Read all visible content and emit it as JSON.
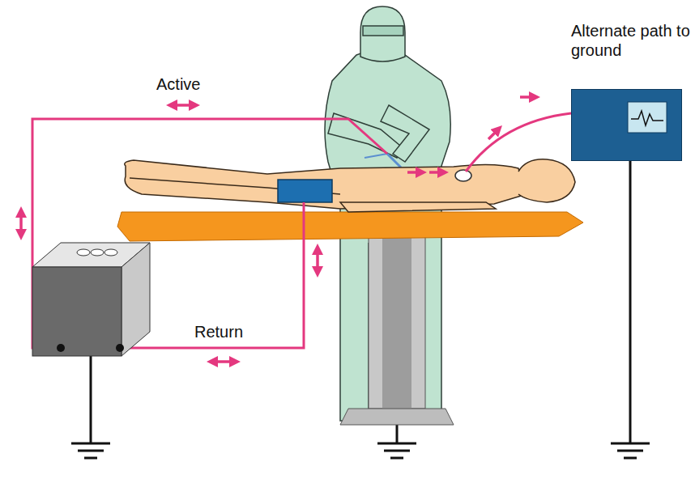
{
  "diagram": {
    "nodes": [
      {
        "text": [
          "Alternate path to ground"
        ]
      }
    ],
    "labels": [
      "Active",
      "Return"
    ]
  }
}
